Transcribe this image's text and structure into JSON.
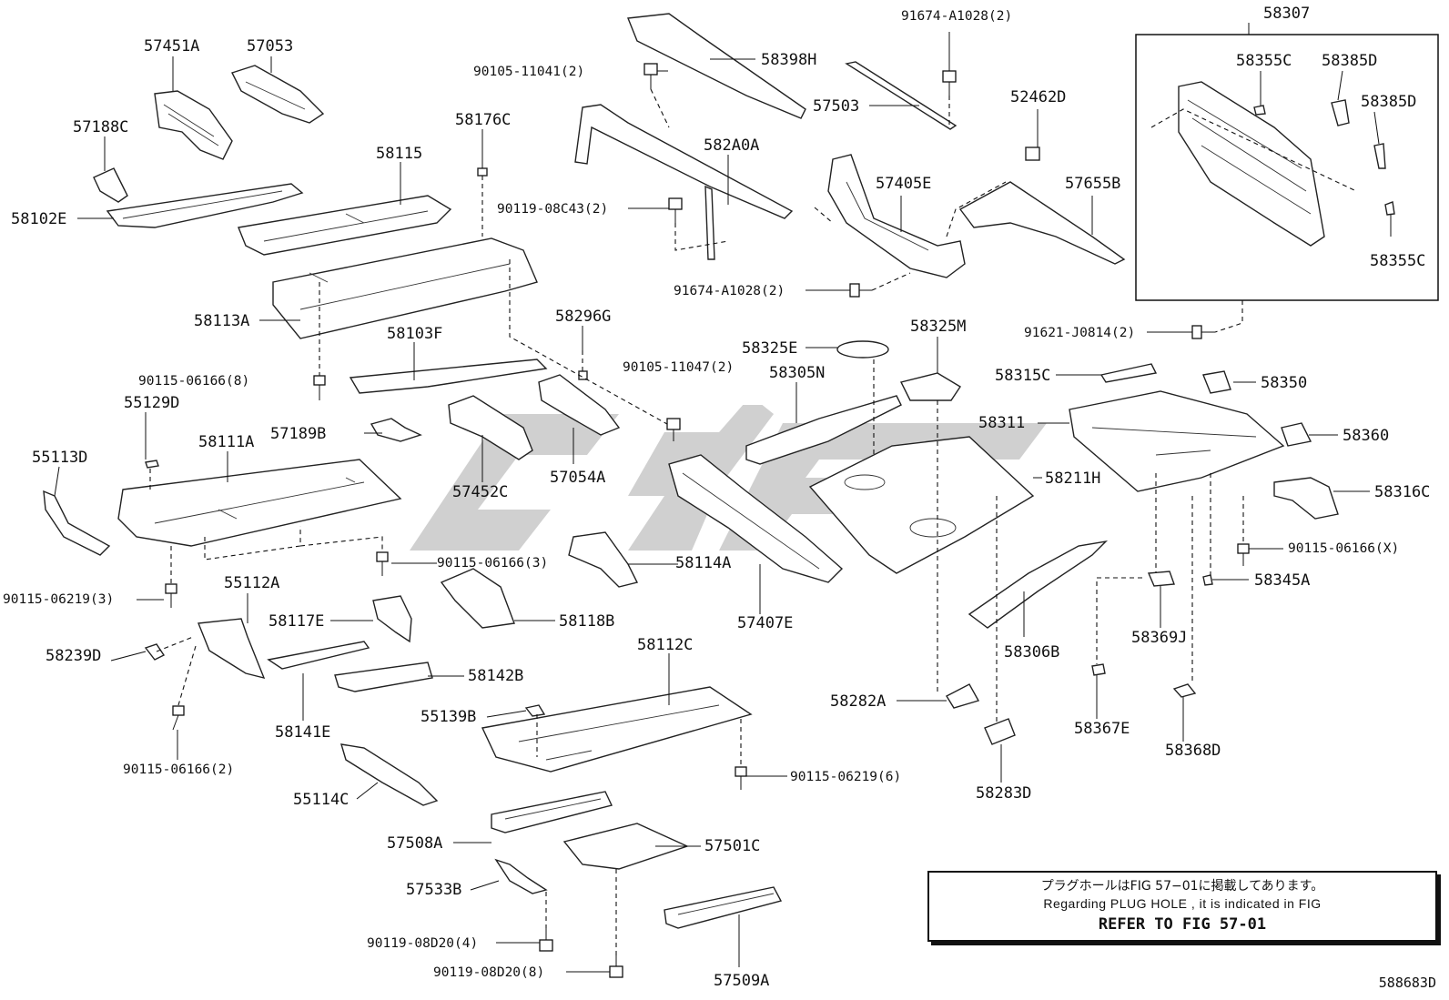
{
  "labels": {
    "p57451A": "57451A",
    "p57053": "57053",
    "p57188C": "57188C",
    "p58102E": "58102E",
    "p58115": "58115",
    "p58176C": "58176C",
    "p58113A": "58113A",
    "p58103F": "58103F",
    "p58296G": "58296G",
    "p90115_06166_8": "90115-06166(8)",
    "p55129D": "55129D",
    "p57189B": "57189B",
    "p55113D": "55113D",
    "p58111A": "58111A",
    "p57452C": "57452C",
    "p57054A": "57054A",
    "p90105_11047_2": "90105-11047(2)",
    "p90115_06166_3": "90115-06166(3)",
    "p90115_06219_3": "90115-06219(3)",
    "p55112A": "55112A",
    "p58114A": "58114A",
    "p58117E": "58117E",
    "p58118B": "58118B",
    "p58239D": "58239D",
    "p58142B": "58142B",
    "p58141E": "58141E",
    "p90115_06166_2": "90115-06166(2)",
    "p58112C": "58112C",
    "p55139B": "55139B",
    "p90115_06219_6": "90115-06219(6)",
    "p55114C": "55114C",
    "p57508A": "57508A",
    "p57501C": "57501C",
    "p57533B": "57533B",
    "p90119_08D20_4": "90119-08D20(4)",
    "p90119_08D20_8": "90119-08D20(8)",
    "p57509A": "57509A",
    "p90105_11041_2": "90105-11041(2)",
    "p58398H": "58398H",
    "p91674_A1028_2_top": "91674-A1028(2)",
    "p57503": "57503",
    "p582A0A": "582A0A",
    "p90119_08C43_2": "90119-08C43(2)",
    "p52462D": "52462D",
    "p57405E": "57405E",
    "p57655B": "57655B",
    "p91674_A1028_2_mid": "91674-A1028(2)",
    "p58307": "58307",
    "p58355C_top": "58355C",
    "p58385D_a": "58385D",
    "p58385D_b": "58385D",
    "p58355C_bot": "58355C",
    "p91621_J0814_2": "91621-J0814(2)",
    "p58325E": "58325E",
    "p58325M": "58325M",
    "p58305N": "58305N",
    "p58315C": "58315C",
    "p58350": "58350",
    "p58311": "58311",
    "p58360": "58360",
    "p58211H": "58211H",
    "p58316C": "58316C",
    "p57407E": "57407E",
    "p90115_06166_X": "90115-06166(X)",
    "p58345A": "58345A",
    "p58306B": "58306B",
    "p58369J": "58369J",
    "p58282A": "58282A",
    "p58367E": "58367E",
    "p58368D": "58368D",
    "p58283D": "58283D"
  },
  "note": {
    "japanese": "プラグホールはFIG 57−01に掲載してあります。",
    "english": "Regarding PLUG HOLE , it is indicated in FIG",
    "reference": "REFER TO FIG 57-01"
  },
  "figure_code": "588683D",
  "watermark_color": "#c8c8c8"
}
